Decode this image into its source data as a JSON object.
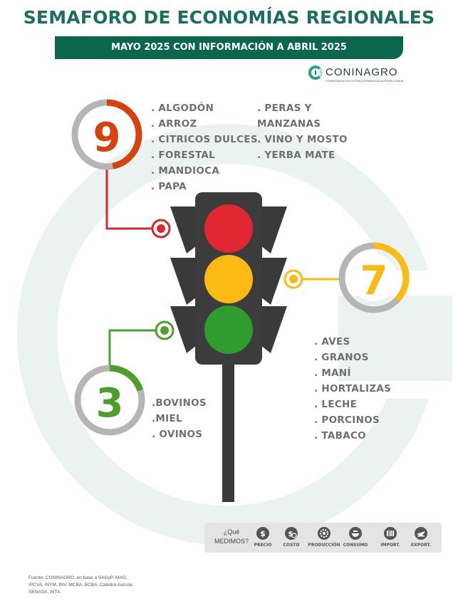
{
  "header": {
    "title": "SEMAFORO DE ECONOMÍAS REGIONALES",
    "subtitle": "MAYO 2025 CON INFORMACIÓN A ABRIL 2025"
  },
  "logo": {
    "name": "CONINAGRO",
    "tagline": "CONFEDERACIÓN INTERCOOPERATIVA AGROPECUARIA"
  },
  "colors": {
    "red": "#e12732",
    "yellow": "#fcbb13",
    "green": "#2e9c2e",
    "brand": "#0b6650"
  },
  "groups": {
    "red": {
      "count": "9",
      "fill_fraction": 0.47,
      "items_left": [
        ". ALGODÓN",
        ". ARROZ",
        ". CITRICOS DULCES",
        ". FORESTAL",
        ". MANDIOCA",
        ". PAPA"
      ],
      "items_right": [
        ".  PERAS Y",
        "MANZANAS",
        ". VINO Y MOSTO",
        ". YERBA MATE"
      ]
    },
    "yellow": {
      "count": "7",
      "fill_fraction": 0.37,
      "items": [
        ". AVES",
        ". GRANOS",
        ". MANÍ",
        ". HORTALIZAS",
        ". LECHE",
        ". PORCINOS",
        ". TABACO"
      ]
    },
    "green": {
      "count": "3",
      "fill_fraction": 0.2,
      "items": [
        ".BOVINOS",
        ".MIEL",
        ". OVINOS"
      ]
    }
  },
  "measures": {
    "question": "¿Qué MEDIMOS?",
    "items": [
      {
        "label": "PRECIO",
        "icon": "price-icon"
      },
      {
        "label": "COSTO",
        "icon": "cost-icon"
      },
      {
        "label": "PRODUCCIÓN",
        "icon": "production-icon"
      },
      {
        "label": "CONSUMO",
        "icon": "consumption-icon"
      },
      {
        "label": "IMPORT.",
        "icon": "import-icon"
      },
      {
        "label": "EXPORT.",
        "icon": "export-icon"
      }
    ]
  },
  "source": "Fuente: CONINAGRO, en base a SAGyP, MAG, IPCVA, INYM, INV, MCBA, BCBA, Catedra Avicola, SENASA, INTA."
}
